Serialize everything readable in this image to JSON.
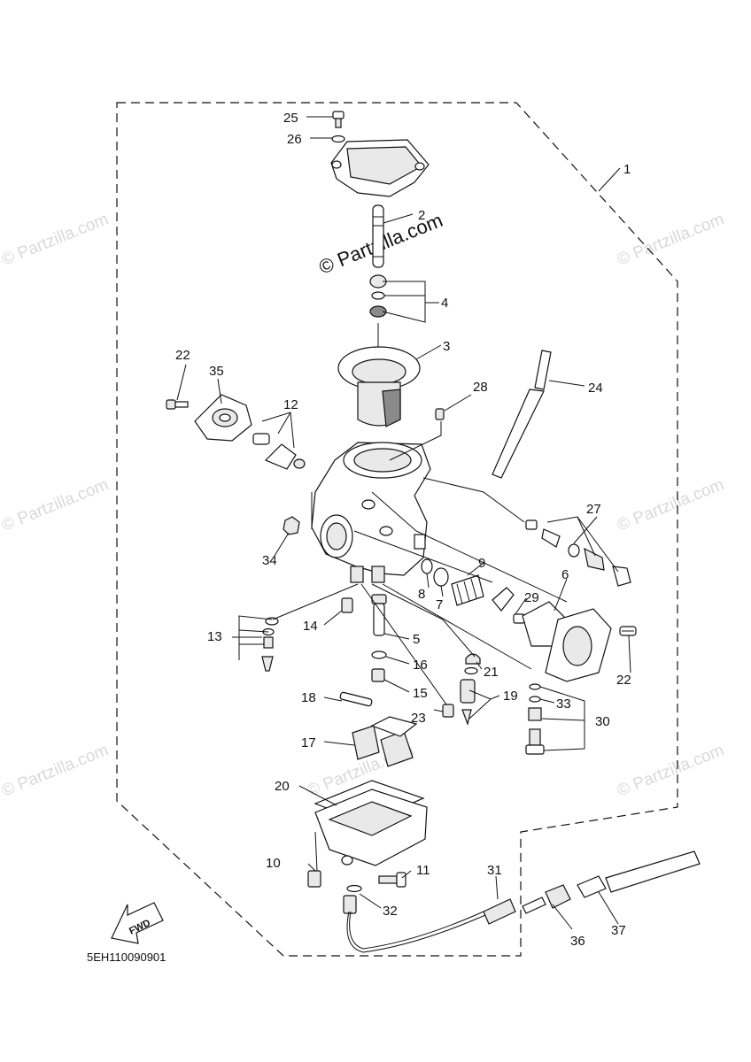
{
  "watermark": {
    "faint_text": "© Partzilla.com",
    "center_text": "© Partzilla.com"
  },
  "diagram_code": "5EH110090901",
  "fwd_label": "FWD",
  "callouts": [
    "1",
    "2",
    "3",
    "4",
    "5",
    "6",
    "7",
    "8",
    "9",
    "10",
    "11",
    "12",
    "13",
    "14",
    "15",
    "16",
    "17",
    "18",
    "19",
    "20",
    "21",
    "22",
    "22",
    "23",
    "24",
    "25",
    "26",
    "27",
    "28",
    "29",
    "30",
    "31",
    "32",
    "33",
    "34",
    "35",
    "36",
    "37"
  ]
}
